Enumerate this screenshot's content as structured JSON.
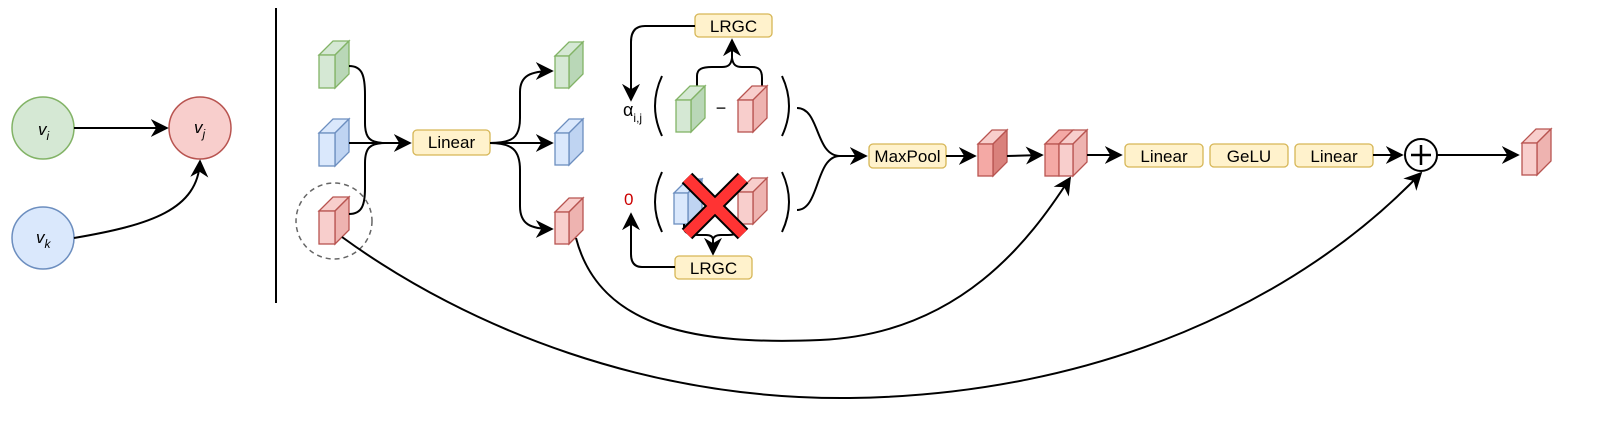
{
  "colors": {
    "green_fill": "#d5e8d4",
    "green_stroke": "#82b366",
    "blue_fill": "#dae8fc",
    "blue_stroke": "#6c8ebf",
    "red_fill": "#f8cecc",
    "red_stroke": "#b85450",
    "box_fill": "#fff2cc",
    "box_stroke": "#d6b656",
    "zero_text": "#cc0000",
    "cross": "#ff3333"
  },
  "nodes": {
    "vi": {
      "base": "v",
      "sub": "i"
    },
    "vj": {
      "base": "v",
      "sub": "j"
    },
    "vk": {
      "base": "v",
      "sub": "k"
    }
  },
  "blocks": {
    "linear_in": "Linear",
    "lrgc_top": "LRGC",
    "lrgc_bottom": "LRGC",
    "maxpool": "MaxPool",
    "linear_1": "Linear",
    "gelu": "GeLU",
    "linear_2": "Linear"
  },
  "math": {
    "alpha": "α",
    "alpha_sub": "i,j",
    "minus": "−",
    "zero": "0",
    "plus_icon": "circled-plus-icon",
    "cross_icon": "red-x-icon"
  }
}
